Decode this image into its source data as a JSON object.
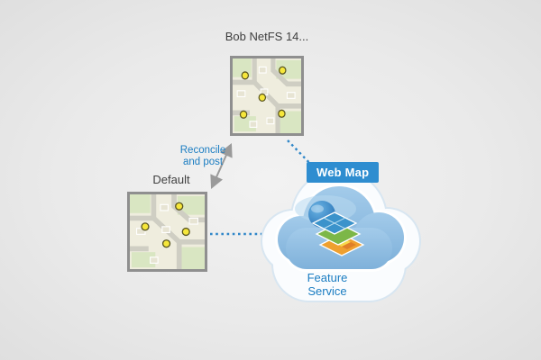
{
  "diagram": {
    "nodes": {
      "version_map": {
        "label": "Bob NetFS 14..."
      },
      "default_map": {
        "label": "Default"
      },
      "web_map": {
        "label": "Web Map"
      },
      "feature_service": {
        "label": "Feature Service"
      }
    },
    "edges": {
      "reconcile": {
        "label": "Reconcile and post",
        "from": "default_map",
        "to": "version_map",
        "style": "double-arrow"
      },
      "default_to_feature_service": {
        "style": "dotted"
      },
      "version_map_to_web_map": {
        "style": "dotted"
      }
    }
  },
  "colors": {
    "accent_blue": "#1b7dc2",
    "badge_blue": "#2e8dd0",
    "cloud_blue": "#8cbde2",
    "connector_blue": "#2e86c8",
    "marker_yellow": "#f6e73a",
    "arrow_gray": "#9a9a9a",
    "label_gray": "#3f3f3f"
  },
  "icons": {
    "map_thumbnail": "street-map-with-yellow-point-markers",
    "cloud": "blue-cloud",
    "feature_layers": "stacked-map-layers-with-blue-globe",
    "reconcile_arrow": "double-headed-arrow",
    "connector": "dotted-line"
  }
}
